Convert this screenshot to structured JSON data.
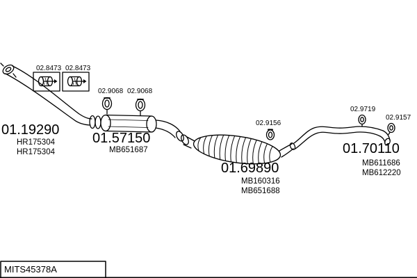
{
  "diagram": {
    "parts": {
      "front_pipe": {
        "code": "01.19290",
        "refs": [
          "HR175304",
          "HR175304"
        ]
      },
      "center_pipe": {
        "code": "01.57150",
        "refs": [
          "MB651687"
        ]
      },
      "main_muffler": {
        "code": "01.69890",
        "refs": [
          "MB160316",
          "MB651688"
        ]
      },
      "rear_muffler": {
        "code": "01.70110",
        "refs": [
          "MB611686",
          "MB612220"
        ]
      }
    },
    "fittings": {
      "gasket_left_1": "02.8473",
      "gasket_left_2": "02.8473",
      "clamp_center_1": "02.9068",
      "clamp_center_2": "02.9068",
      "clamp_mid": "02.9156",
      "hanger_rear_1": "02.9719",
      "hanger_rear_2": "02.9157"
    },
    "footer_code": "MITS45378A"
  },
  "colors": {
    "line": "#000000",
    "background": "#ffffff"
  }
}
